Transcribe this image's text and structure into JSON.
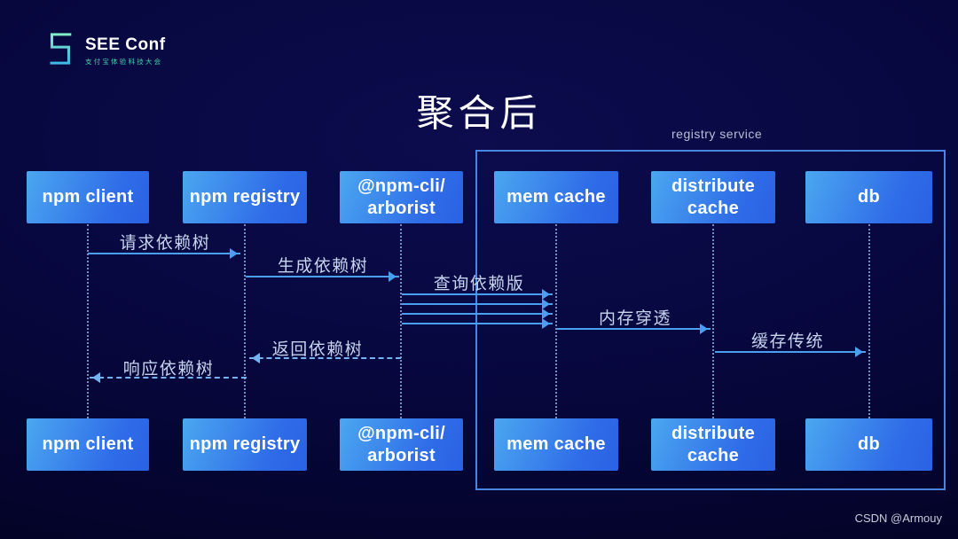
{
  "logo": {
    "title": "SEE Conf",
    "subtitle": "支付宝体验科技大会",
    "accent_start": "#7cefc4",
    "accent_end": "#41b9e8"
  },
  "slide": {
    "title": "聚合后"
  },
  "diagram": {
    "frame_label": "registry service",
    "actors": [
      {
        "id": "npm-client",
        "label": "npm client"
      },
      {
        "id": "npm-registry",
        "label": "npm registry"
      },
      {
        "id": "arborist",
        "label": "@npm-cli/\narborist"
      },
      {
        "id": "mem-cache",
        "label": "mem cache"
      },
      {
        "id": "distribute-cache",
        "label": "distribute\ncache"
      },
      {
        "id": "db",
        "label": "db"
      }
    ],
    "messages": [
      {
        "text": "请求依赖树",
        "from": "npm client",
        "to": "npm registry",
        "style": "solid"
      },
      {
        "text": "生成依赖树",
        "from": "npm registry",
        "to": "@npm-cli/arborist",
        "style": "solid"
      },
      {
        "text": "查询依赖版",
        "from": "@npm-cli/arborist",
        "to": "mem cache",
        "style": "solid",
        "arrow_count": 4
      },
      {
        "text": "内存穿透",
        "from": "mem cache",
        "to": "distribute cache",
        "style": "solid"
      },
      {
        "text": "缓存传统",
        "from": "distribute cache",
        "to": "db",
        "style": "solid"
      },
      {
        "text": "返回依赖树",
        "from": "@npm-cli/arborist",
        "to": "npm registry",
        "style": "dashed"
      },
      {
        "text": "响应依赖树",
        "from": "npm registry",
        "to": "npm client",
        "style": "dashed"
      }
    ],
    "colors": {
      "box_gradient_start": "#4ba7f0",
      "box_gradient_end": "#2a62e2",
      "solid_arrow": "#4aa0f0",
      "dashed_arrow": "#74b2f4",
      "frame_border": "#4a86e0",
      "lifeline": "#86a8d8",
      "label_text": "#c6d4ee",
      "background": "#07073e"
    }
  },
  "page": {
    "watermark": "CSDN @Armouy"
  }
}
